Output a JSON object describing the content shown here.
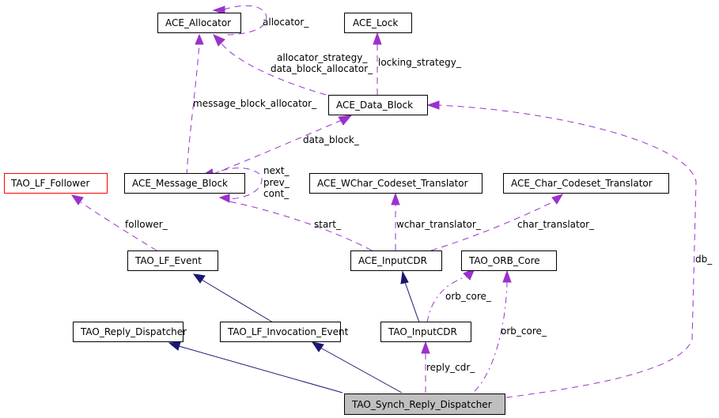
{
  "diagram": {
    "type": "collaboration-graph",
    "colors": {
      "usage_edge": "#9a32cd",
      "inheritance_edge": "#191970",
      "focus_node_fill": "#bfbfbf",
      "undocumented_border": "#ff0000"
    },
    "nodes": {
      "ace_allocator": "ACE_Allocator",
      "ace_lock": "ACE_Lock",
      "ace_data_block": "ACE_Data_Block",
      "tao_lf_follower": "TAO_LF_Follower",
      "ace_message_block": "ACE_Message_Block",
      "ace_wchar_codeset_translator": "ACE_WChar_Codeset_Translator",
      "ace_char_codeset_translator": "ACE_Char_Codeset_Translator",
      "tao_lf_event": "TAO_LF_Event",
      "ace_inputcdr": "ACE_InputCDR",
      "tao_orb_core": "TAO_ORB_Core",
      "tao_reply_dispatcher": "TAO_Reply_Dispatcher",
      "tao_lf_invocation_event": "TAO_LF_Invocation_Event",
      "tao_inputcdr": "TAO_InputCDR",
      "tao_synch_reply_dispatcher": "TAO_Synch_Reply_Dispatcher"
    },
    "edge_labels": {
      "allocator": "allocator_",
      "allocator_strategy": "allocator_strategy_",
      "data_block_allocator": "data_block_allocator_",
      "locking_strategy": "locking_strategy_",
      "message_block_allocator": "message_block_allocator_",
      "data_block": "data_block_",
      "next": "next_",
      "prev": "prev_",
      "cont": "cont_",
      "follower": "follower_",
      "start": "start_",
      "wchar_translator": "wchar_translator_",
      "char_translator": "char_translator_",
      "orb_core_1": "orb_core_",
      "orb_core_2": "orb_core_",
      "reply_cdr": "reply_cdr_",
      "db": "db_"
    }
  }
}
